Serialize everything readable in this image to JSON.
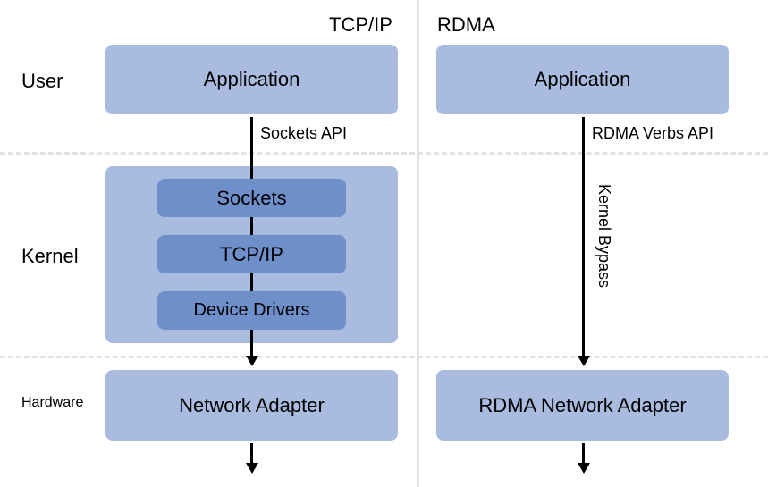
{
  "columns": {
    "tcpip": {
      "title": "TCP/IP"
    },
    "rdma": {
      "title": "RDMA"
    }
  },
  "layers": {
    "user": "User",
    "kernel": "Kernel",
    "hardware": "Hardware"
  },
  "tcpip_stack": {
    "application": "Application",
    "api": "Sockets API",
    "kernel_components": [
      "Sockets",
      "TCP/IP",
      "Device Drivers"
    ],
    "adapter": "Network Adapter"
  },
  "rdma_stack": {
    "application": "Application",
    "api": "RDMA Verbs API",
    "bypass": "Kernel Bypass",
    "adapter": "RDMA Network Adapter"
  },
  "colors": {
    "outer_box": "#a9bcdf",
    "inner_box": "#6f8fca",
    "divider": "#e3e3e3"
  }
}
